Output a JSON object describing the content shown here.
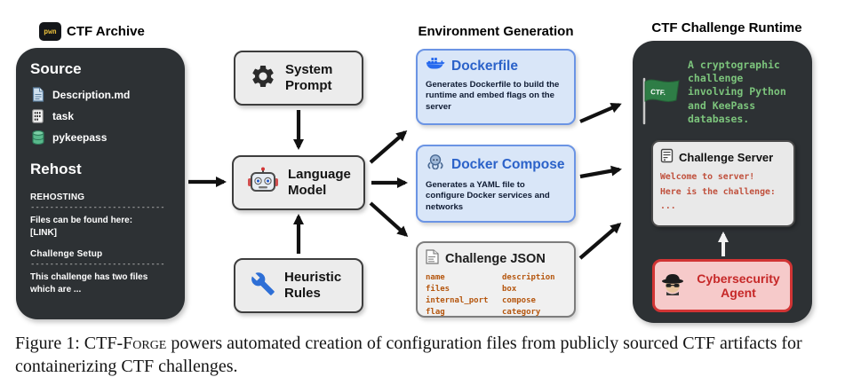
{
  "archive": {
    "badge": "pwn",
    "header": "CTF Archive",
    "source_title": "Source",
    "files": [
      {
        "label": "Description.md"
      },
      {
        "label": "task"
      },
      {
        "label": "pykeepass"
      }
    ],
    "rehost_title": "Rehost",
    "rehosting_heading": "REHOSTING",
    "divider": "----------------------------",
    "rehosting_lines": [
      "Files can be found here:",
      "[LINK]"
    ],
    "setup_heading": "Challenge Setup",
    "setup_lines": [
      "This challenge has two files",
      "which are ..."
    ]
  },
  "pipeline": {
    "system_prompt": "System Prompt",
    "language_model": "Language Model",
    "heuristic_rules": "Heuristic Rules"
  },
  "environment": {
    "header": "Environment Generation",
    "dockerfile": {
      "title": "Dockerfile",
      "body": "Generates Dockerfile to build the runtime and embed flags on the server"
    },
    "compose": {
      "title": "Docker Compose",
      "body": "Generates a YAML file to configure Docker services and networks"
    },
    "challenge_json": {
      "title": "Challenge JSON",
      "fields": [
        "name",
        "description",
        "files",
        "box",
        "internal_port",
        "compose",
        "flag",
        "category"
      ]
    }
  },
  "runtime": {
    "header": "CTF Challenge Runtime",
    "flag_label": "CTF.",
    "description": "A cryptographic challenge involving Python and KeePass databases.",
    "server": {
      "title": "Challenge Server",
      "lines": [
        "Welcome to server!",
        "Here is the challenge:",
        "..."
      ]
    },
    "agent_label": "Cybersecurity Agent"
  },
  "caption": {
    "p1": "Figure 1: CTF-",
    "smallcaps": "Forge",
    "p2": " powers automated creation of configuration files from publicly sourced CTF artifacts for containerizing CTF challenges."
  },
  "colors": {
    "panel_dark": "#2d3134",
    "accent_blue": "#2b62c9",
    "accent_green": "#7cc47c",
    "accent_red": "#c62828",
    "accent_orange": "#b5560e"
  }
}
